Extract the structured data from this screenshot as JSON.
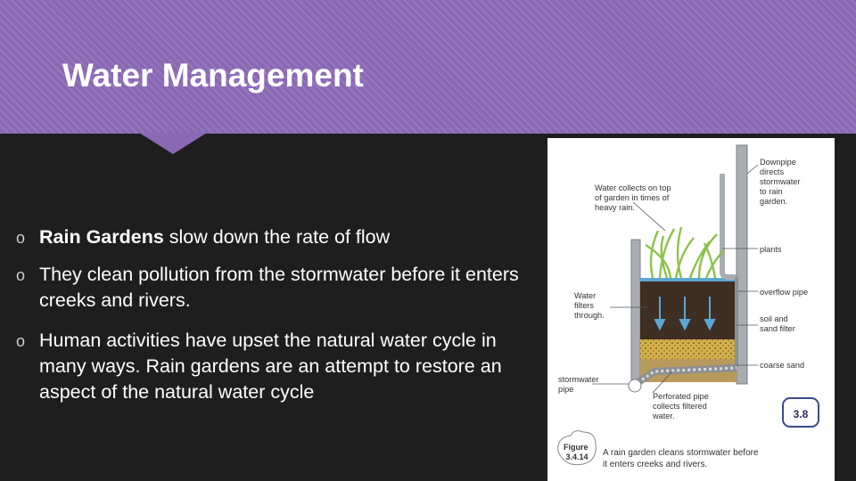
{
  "slide": {
    "title": "Water Management",
    "bullets": [
      {
        "bold": "Rain Gardens",
        "text": " slow down the rate of flow"
      },
      {
        "bold": "",
        "text": "They clean pollution from the stormwater before it enters creeks and rivers."
      },
      {
        "bold": "",
        "text": "Human activities have upset the natural water cycle in many ways. Rain gardens are an attempt to restore an aspect of the natural water cycle"
      }
    ],
    "bullet_marker": "o"
  },
  "figure": {
    "labels": {
      "water_collects": [
        "Water collects on top",
        "of garden in times of",
        "heavy rain."
      ],
      "downpipe": [
        "Downpipe",
        "directs",
        "stormwater",
        "to rain",
        "garden."
      ],
      "plants": "plants",
      "overflow_pipe": "overflow pipe",
      "water_filters": [
        "Water",
        "filters",
        "through."
      ],
      "soil_sand": [
        "soil and",
        "sand filter"
      ],
      "coarse_sand": "coarse sand",
      "stormwater_pipe": [
        "stormwater",
        "pipe"
      ],
      "perforated_pipe": [
        "Perforated pipe",
        "collects filtered",
        "water."
      ],
      "figure_label": [
        "Figure",
        "3.4.14"
      ],
      "caption": [
        "A rain garden cleans stormwater before",
        "it enters creeks and rivers."
      ],
      "badge": "3.8"
    },
    "colors": {
      "water": "#5aa7d6",
      "soil": "#3f2f22",
      "sand": "#d4b04a",
      "plants": "#8cc34a"
    }
  }
}
